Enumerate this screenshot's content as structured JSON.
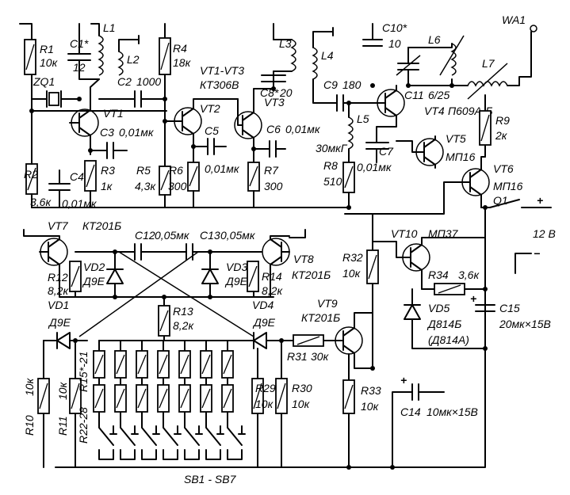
{
  "labels": {
    "R1": "R1",
    "R1v": "10к",
    "C1": "C1*",
    "C1v": "12",
    "L1": "L1",
    "L2": "L2",
    "ZQ1": "ZQ1",
    "VT1": "VT1",
    "C2": "C2",
    "C2v": "1000",
    "C3": "C3",
    "C3v": "0,01мк",
    "R2": "R2",
    "R2v": "3,6к",
    "C4": "C4",
    "C4v": "0,01мк",
    "R3": "R3",
    "R3v": "1к",
    "R4": "R4",
    "R4v": "18к",
    "R5": "R5",
    "R5v": "4,3к",
    "VTgroup": "VT1-VT3",
    "VTgroup_type": "КТ306В",
    "VT2": "VT2",
    "VT3": "VT3",
    "C5": "C5",
    "R6": "R6",
    "R6v": "300",
    "C5v": "0,01мк",
    "L3": "L3",
    "L4": "L4",
    "C8": "C8*",
    "C8v": "20",
    "C9": "C9",
    "C9v": "180",
    "C6": "C6",
    "C6v": "0,01мк",
    "R7": "R7",
    "R7v": "300",
    "L5": "L5",
    "L5v": "30мкГ",
    "R8": "R8",
    "R8v": "510",
    "C7": "C7",
    "C7v": "0,01мк",
    "C10": "C10*",
    "C10v": "10",
    "L6": "L6",
    "L7": "L7",
    "WA1": "WA1",
    "C11": "C11",
    "C11v": "6/25",
    "VT4": "VT4",
    "VT4_type": "П609А-Б",
    "R9": "R9",
    "R9v": "2к",
    "VT5": "VT5",
    "VT5_type": "МП16",
    "VT6": "VT6",
    "VT6_type": "МП16",
    "Q1": "Q1",
    "plus": "+",
    "minus": "−",
    "supply": "12 В",
    "VT7": "VT7",
    "VT7_type": "КТ201Б",
    "C12": "C12",
    "C12v": "0,05мк",
    "C13": "C13",
    "C13v": "0,05мк",
    "VD2": "VD2",
    "VD2_type": "Д9Е",
    "VD3": "VD3",
    "VD3_type": "Д9Е",
    "VT8": "VT8",
    "VT8_type": "КТ201Б",
    "R12": "R12",
    "R12v": "8,2к",
    "R14": "R14",
    "R14v": "8,2к",
    "VD1": "VD1",
    "VD1_type": "Д9Е",
    "VD4": "VD4",
    "VD4_type": "Д9Е",
    "R13": "R13",
    "R13v": "8,2к",
    "R32": "R32",
    "R32v": "10к",
    "VT9": "VT9",
    "VT9_type": "КТ201Б",
    "VT10": "VT10",
    "VT10_type": "МП37",
    "R34": "R34",
    "R34v": "3,6к",
    "VD5": "VD5",
    "VD5_type": "Д814Б",
    "VD5_alt": "(Д814А)",
    "C15": "C15",
    "C15v": "20мк×15В",
    "R10": "R10",
    "R10v": "10к",
    "R11": "R11",
    "R11v": "10к",
    "R15": "R15*-21",
    "R22": "R22-28",
    "R29": "R29",
    "R29v": "10к",
    "R30": "R30",
    "R30v": "10к",
    "R31": "R31",
    "R31v": "30к",
    "R33": "R33",
    "R33v": "10к",
    "C14": "C14",
    "C14v": "10мк×15В",
    "SB": "SB1 - SB7"
  }
}
